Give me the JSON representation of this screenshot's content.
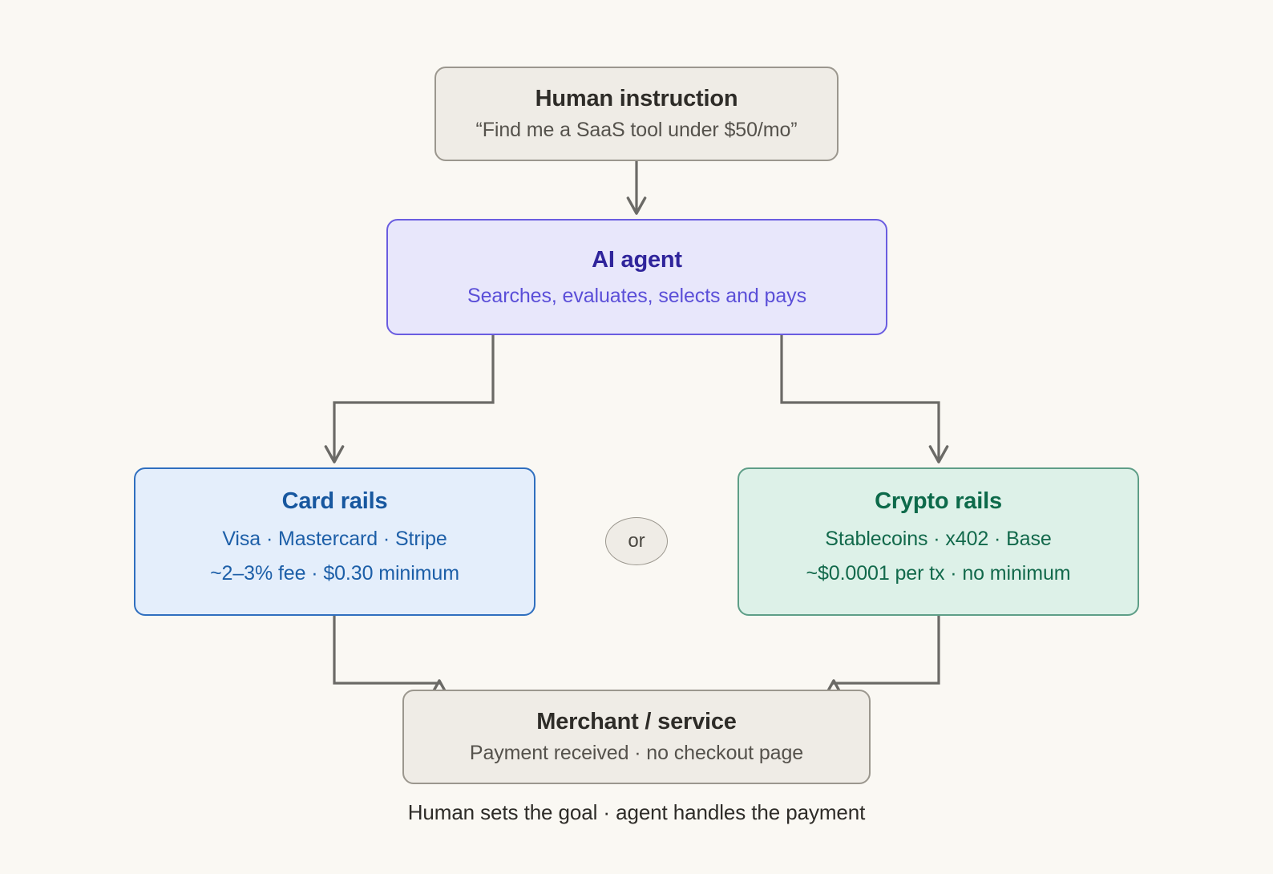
{
  "page": {
    "background_color": "#faf8f3",
    "caption": "Human sets the goal · agent handles the payment"
  },
  "nodes": {
    "human": {
      "title": "Human instruction",
      "subtitle": "“Find me a SaaS tool under $50/mo”",
      "fill_color": "#efece6",
      "border_color": "#9b978e",
      "title_color": "#2e2c28"
    },
    "agent": {
      "title": "AI agent",
      "subtitle": "Searches, evaluates, selects and pays",
      "fill_color": "#e8e7fb",
      "border_color": "#6a5de0",
      "title_color": "#2f249b"
    },
    "card": {
      "title": "Card rails",
      "line1": "Visa · Mastercard · Stripe",
      "line2": "~2–3% fee · $0.30 minimum",
      "fill_color": "#e4eefb",
      "border_color": "#2f6fbf",
      "title_color": "#17579f"
    },
    "crypto": {
      "title": "Crypto rails",
      "line1": "Stablecoins · x402 · Base",
      "line2": "~$0.0001 per tx · no minimum",
      "fill_color": "#ddf1e8",
      "border_color": "#5e9e87",
      "title_color": "#0d6a4a"
    },
    "merchant": {
      "title": "Merchant / service",
      "subtitle": "Payment received · no checkout page",
      "fill_color": "#efece6",
      "border_color": "#9b978e",
      "title_color": "#2e2c28"
    }
  },
  "connector": {
    "label_or": "or",
    "line_color": "#6b6a66"
  }
}
